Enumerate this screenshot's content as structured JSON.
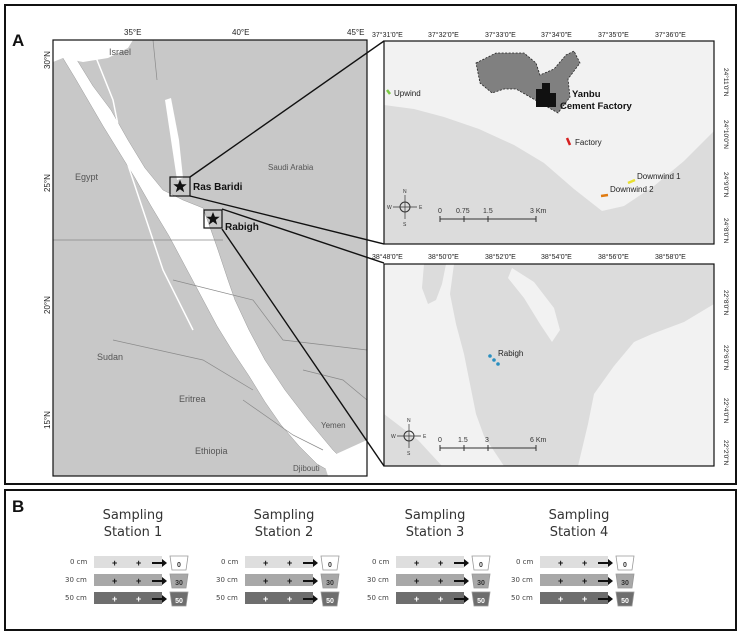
{
  "figure": {
    "panel_a_label": "A",
    "panel_b_label": "B"
  },
  "main_map": {
    "lon_ticks": [
      "35°E",
      "40°E",
      "45°E"
    ],
    "lat_ticks": [
      "30°N",
      "25°N",
      "20°N",
      "15°N"
    ],
    "countries": [
      "Israel",
      "Egypt",
      "Saudi Arabia",
      "Sudan",
      "Eritrea",
      "Ethiopia",
      "Yemen",
      "Djibouti"
    ],
    "sites": [
      {
        "name": "Ras Baridi",
        "marker": "star-icon"
      },
      {
        "name": "Rabigh",
        "marker": "star-icon"
      }
    ],
    "colors": {
      "land": "#c8c8c8",
      "sea": "#ffffff",
      "border": "#8a8a8a"
    }
  },
  "inset_yanbu": {
    "lon_ticks": [
      "37°31'0\"E",
      "37°32'0\"E",
      "37°33'0\"E",
      "37°34'0\"E",
      "37°35'0\"E",
      "37°36'0\"E"
    ],
    "lat_ticks": [
      "24°11'0\"N",
      "24°10'0\"N",
      "24°9'0\"N",
      "24°8'0\"N"
    ],
    "factory_label": "Yanbu Cement Factory",
    "stations": [
      {
        "label": "Upwind",
        "color": "#7ac943"
      },
      {
        "label": "Factory",
        "color": "#d62020"
      },
      {
        "label": "Downwind 1",
        "color": "#e8e030"
      },
      {
        "label": "Downwind 2",
        "color": "#e07a10"
      }
    ],
    "scale_labels": [
      "0",
      "0.75",
      "1.5",
      "3 Km"
    ],
    "compass": [
      "N",
      "E",
      "S",
      "W"
    ]
  },
  "inset_rabigh": {
    "lon_ticks": [
      "38°48'0\"E",
      "38°50'0\"E",
      "38°52'0\"E",
      "38°54'0\"E",
      "38°56'0\"E",
      "38°58'0\"E"
    ],
    "lat_ticks": [
      "22°8'0\"N",
      "22°6'0\"N",
      "22°4'0\"N",
      "22°2'0\"N"
    ],
    "station": {
      "label": "Rabigh",
      "color": "#2a8fc0"
    },
    "scale_labels": [
      "0",
      "1.5",
      "3",
      "6 Km"
    ],
    "compass": [
      "N",
      "E",
      "S",
      "W"
    ]
  },
  "panel_b": {
    "stations": [
      {
        "line1": "Sampling",
        "line2": "Station 1"
      },
      {
        "line1": "Sampling",
        "line2": "Station 2"
      },
      {
        "line1": "Sampling",
        "line2": "Station 3"
      },
      {
        "line1": "Sampling",
        "line2": "Station 4"
      }
    ],
    "depths": [
      {
        "label": "0 cm",
        "tag": "0",
        "color": "#dedede"
      },
      {
        "label": "30 cm",
        "tag": "30",
        "color": "#a8a8a8"
      },
      {
        "label": "50 cm",
        "tag": "50",
        "color": "#6e6e6e"
      }
    ]
  }
}
